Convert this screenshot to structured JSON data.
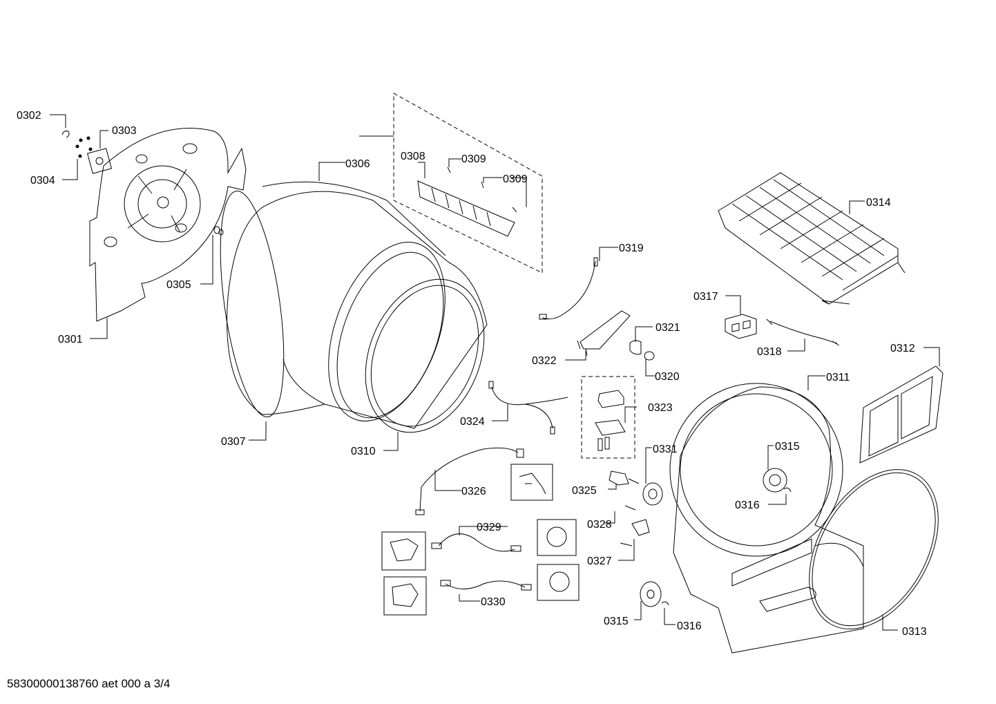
{
  "footer": {
    "doc_code": "58300000138760 aet 000 a 3/4"
  },
  "callouts": {
    "c0301": "0301",
    "c0302": "0302",
    "c0303": "0303",
    "c0304": "0304",
    "c0305": "0305",
    "c0306": "0306",
    "c0307": "0307",
    "c0308": "0308",
    "c0309a": "0309",
    "c0309b": "0309",
    "c0310": "0310",
    "c0311": "0311",
    "c0312": "0312",
    "c0313": "0313",
    "c0314": "0314",
    "c0315a": "0315",
    "c0315b": "0315",
    "c0316a": "0316",
    "c0316b": "0316",
    "c0317": "0317",
    "c0318": "0318",
    "c0319": "0319",
    "c0320": "0320",
    "c0321": "0321",
    "c0322": "0322",
    "c0323": "0323",
    "c0324": "0324",
    "c0325": "0325",
    "c0326": "0326",
    "c0327": "0327",
    "c0328": "0328",
    "c0329": "0329",
    "c0330": "0330",
    "c0331": "0331"
  }
}
